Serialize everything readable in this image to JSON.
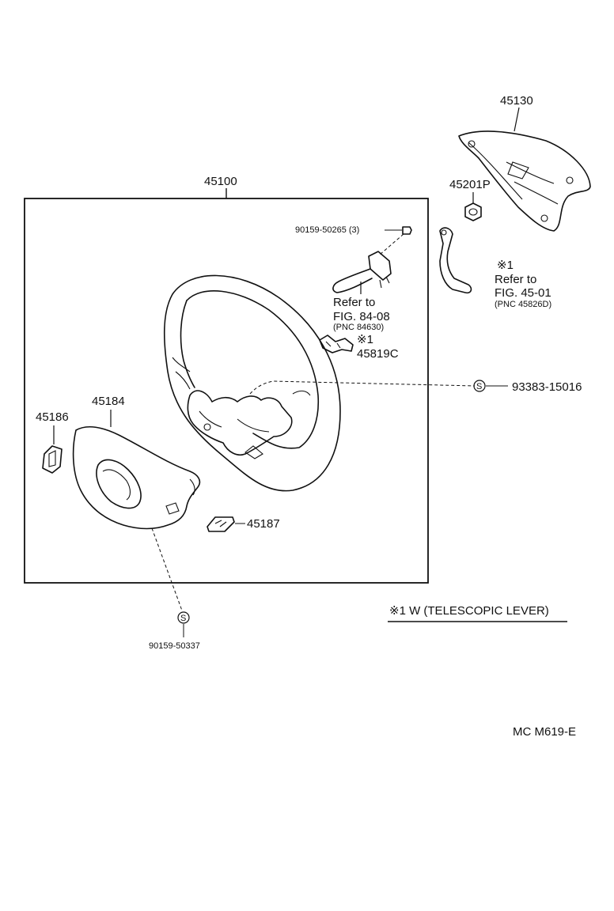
{
  "labels": {
    "assembly": "45100",
    "pad": "45130",
    "nut": "45201P",
    "bolt": "90159-50265 (3)",
    "refer1_line1": "Refer to",
    "refer1_line2": "FIG. 84-08",
    "refer1_line3": "(PNC 84630)",
    "note1a": "※1",
    "part_45819c": "45819C",
    "note1b": "※1",
    "refer2_line1": "Refer to",
    "refer2_line2": "FIG. 45-01",
    "refer2_line3": "(PNC 45826D)",
    "screw_right": "93383-15016",
    "cover": "45184",
    "cap_left": "45186",
    "cap_right": "45187",
    "screw_bottom": "90159-50337",
    "screw_symbol": "S",
    "legend": "※1 W (TELESCOPIC LEVER)",
    "figure_code": "MC  M619-E"
  }
}
